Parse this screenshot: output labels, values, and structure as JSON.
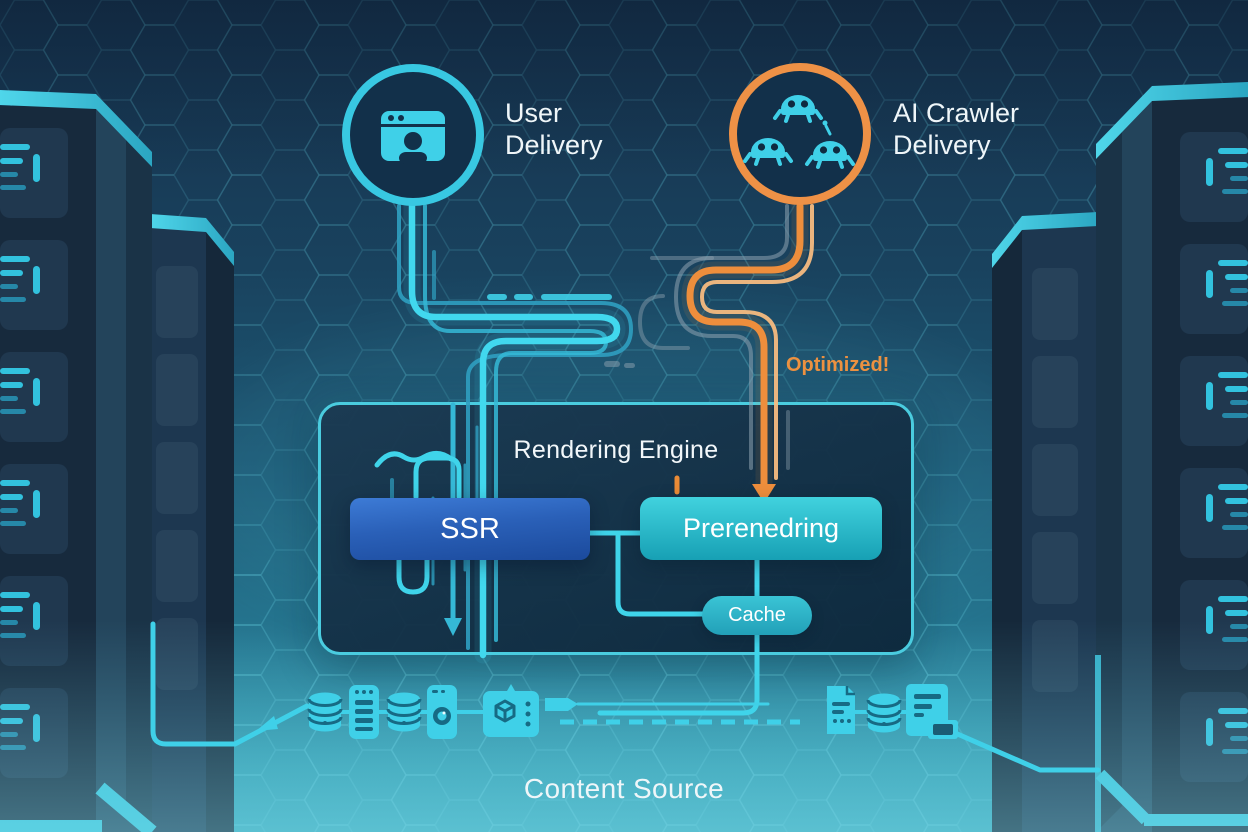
{
  "nodes": {
    "user_delivery": {
      "line1": "User",
      "line2": "Delivery"
    },
    "ai_crawler_delivery": {
      "line1": "AI Crawler",
      "line2": "Delivery"
    },
    "rendering_engine": {
      "title": "Rendering Engine"
    },
    "ssr": {
      "label": "SSR"
    },
    "prerendering": {
      "label": "Prerenedring"
    },
    "cache": {
      "label": "Cache"
    },
    "content_source": {
      "label": "Content Source"
    }
  },
  "annotations": {
    "optimized": {
      "label": "Optimized!",
      "color": "#EC9140"
    }
  },
  "icons": {
    "user_circle": "browser-user-icon",
    "crawler_circle": "robot-swarm-icon",
    "content_row": [
      "database-icon",
      "server-tower-icon",
      "database-icon",
      "mobile-icon",
      "package-icon",
      "plug-icon",
      "file-icon",
      "database-icon",
      "document-icon",
      "card-icon"
    ]
  },
  "colors": {
    "accent_cyan": "#3FD0E8",
    "accent_orange": "#EF9246",
    "ssr_blue": "#2A60B8",
    "prerender_teal": "#2BBCCB",
    "background_top": "#16304B",
    "background_bottom": "#3BADC0",
    "text": "#F0F6F9"
  }
}
